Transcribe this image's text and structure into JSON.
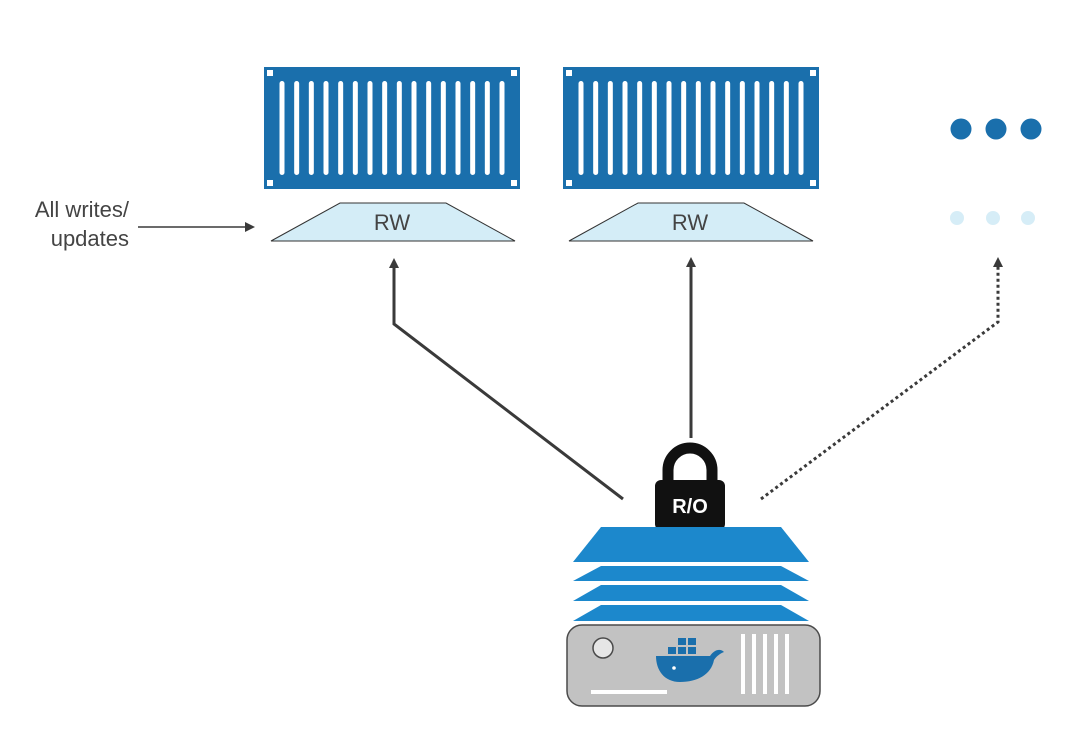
{
  "labels": {
    "writes_line1": "All writes/",
    "writes_line2": "updates",
    "rw_left": "RW",
    "rw_middle": "RW",
    "lock_text": "R/O"
  },
  "colors": {
    "container_blue": "#1a6fac",
    "rw_fill": "#d4edf7",
    "layer_blue": "#1c88cc",
    "more_dots": "#1a6fac",
    "faint_dots": "#d6edf7",
    "arrow": "#3a3a3a",
    "lock": "#111111",
    "host_gray": "#c2c2c2",
    "docker_whale": "#1a6fac"
  },
  "icons": {
    "container_left": "shipping-container-icon",
    "container_middle": "shipping-container-icon",
    "lock": "padlock-icon",
    "host": "docker-host-server-icon",
    "whale": "docker-whale-icon"
  }
}
